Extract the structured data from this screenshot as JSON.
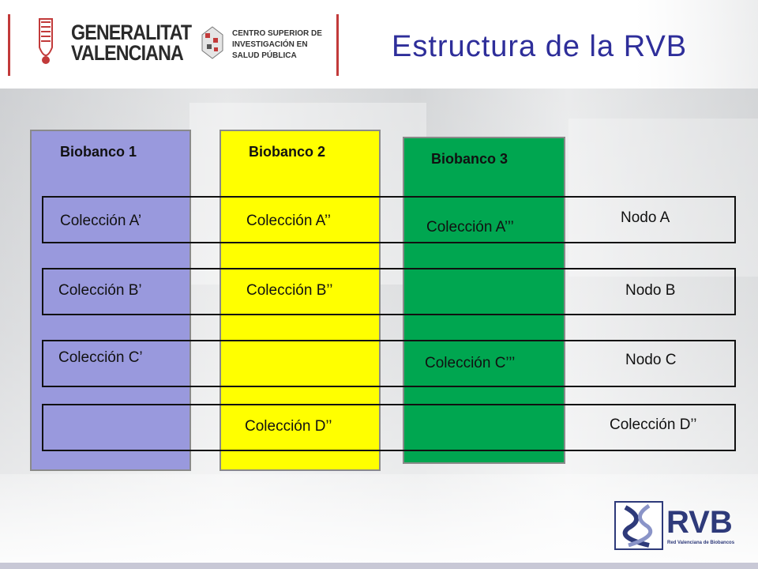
{
  "header": {
    "logo1_text_line1": "GENERALITAT",
    "logo1_text_line2": "VALENCIANA",
    "logo2_text_line1": "CENTRO SUPERIOR DE",
    "logo2_text_line2": "INVESTIGACIÓN EN",
    "logo2_text_line3": "SALUD PÚBLICA"
  },
  "title": "Estructura de la RVB",
  "columns": [
    {
      "title": "Biobanco 1",
      "color": "#9999dd",
      "cells": [
        "Colección A’",
        "Colección B’",
        "Colección C’",
        ""
      ]
    },
    {
      "title": "Biobanco 2",
      "color": "#ffff00",
      "cells": [
        "Colección A’’",
        "Colección B’’",
        "",
        "Colección D’’"
      ]
    },
    {
      "title": "Biobanco 3",
      "color": "#00a650",
      "cells": [
        "Colección A’’’",
        "",
        "Colección C’’’",
        ""
      ]
    }
  ],
  "rows": [
    {
      "label": "Nodo A"
    },
    {
      "label": "Nodo B"
    },
    {
      "label": "Nodo C"
    },
    {
      "label": "Colección D’’"
    }
  ],
  "footer_logo": {
    "text": "RVB",
    "subtext": "Red Valenciana de Biobancos"
  }
}
